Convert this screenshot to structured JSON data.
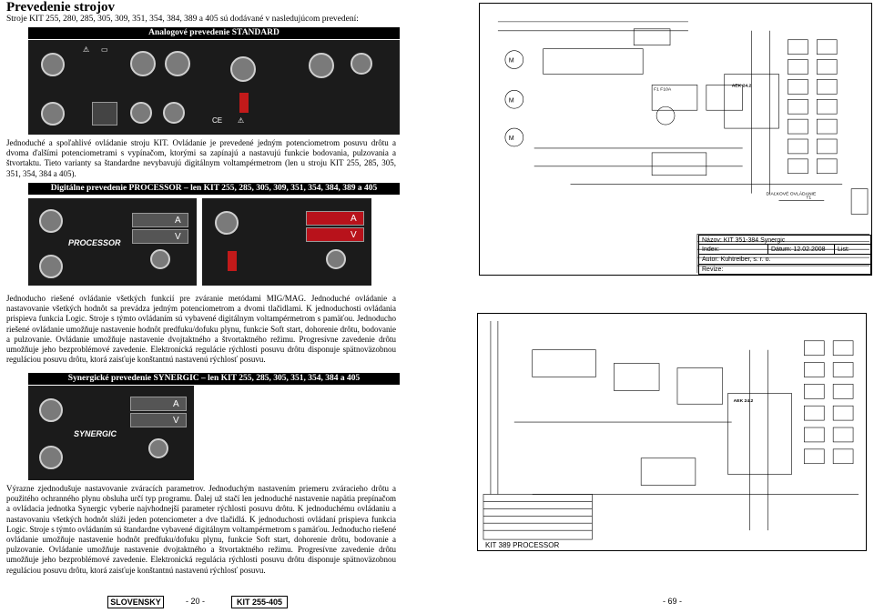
{
  "header": {
    "title": "Prevedenie strojov",
    "subtitle": "Stroje KIT 255, 280, 285, 305, 309, 351, 354, 384, 389 a 405  sú dodávané v nasledujúcom prevedení:"
  },
  "sections": {
    "standard": {
      "heading": "Analogové prevedenie STANDARD",
      "text": "Jednoduché a spoľahlivé ovládanie stroju KIT. Ovládanie je prevedené jedným potenciometrom posuvu drôtu a dvoma ďalšími potenciometrami s vypínačom, ktorými sa zapínajú a nastavujú funkcie bodovania, pulzovania a štvortaktu. Tieto varianty sa štandardne nevybavujú digitálnym voltampérmetrom (len u stroju  KIT 255, 285, 305, 351, 354, 384 a 405)."
    },
    "processor": {
      "heading": "Digitálne prevedenie PROCESSOR – len KIT 255, 285, 305, 309, 351, 354, 384, 389 a 405",
      "text": "Jednoducho riešené ovládanie všetkých funkcií pre zváranie metódami MIG/MAG. Jednoduché ovládanie a nastavovanie všetkých hodnôt sa prevádza jedným potenciometrom a dvomi tlačidlami. K jednoduchosti ovládania prispieva funkcia Logic. Stroje s týmto ovládaním sú vybavené digitálnym voltampérmetrom s pamäťou. Jednoducho riešené ovládanie umožňuje nastavenie hodnôt predfuku/dofuku plynu, funkcie Soft start, dohorenie drôtu, bodovanie a pulzovanie. Ovládanie umožňuje nastavenie dvojtaktného a štvortaktného režimu. Progresívne zavedenie drôtu umožňuje jeho bezproblémové zavedenie. Elektronická regulácie rýchlosti posuvu drôtu disponuje spätnoväzobnou reguláciou posuvu drôtu, ktorá zaisťuje konštantnú nastavenú rýchlosť posuvu."
    },
    "synergic": {
      "heading": "Synergické prevedenie SYNERGIC – len KIT 255, 285, 305, 351, 354, 384 a 405",
      "text": "Výrazne zjednodušuje nastavovanie zváracích parametrov. Jednoduchým nastavením priemeru zváracieho drôtu a použitého ochranného plynu obsluha určí typ programu. Ďalej už stačí len jednoduché nastavenie napätia prepínačom a ovládacia jednotka Synergic vyberie najvhodnejší parameter rýchlosti posuvu drôtu. K jednoduchému ovládaniu a nastavovaniu všetkých hodnôt slúži jeden potenciometer a dve tlačidlá. K jednoduchosti ovládaní prispieva funkcia Logic. Stroje s týmto ovládaním sú štandardne vybavené digitálnym voltampérmetrom s pamäťou. Jednoducho riešené ovládanie umožňuje nastavenie hodnôt predfuku/dofuku plynu, funkcie Soft start, dohorenie drôtu, bodovanie a pulzovanie. Ovládanie umožňuje nastavenie dvojtaktného a štvortaktného režimu. Progresívne zavedenie drôtu umožňuje jeho bezproblémové zavedenie. Elektronická regulácia rýchlosti posuvu drôtu disponuje spätnoväzobnou reguláciou posuvu drôtu, ktorá zaisťuje konštantnú nastavenú rýchlosť posuvu."
    }
  },
  "panels": {
    "processor_logo": "PROCESSOR",
    "synergic_logo": "SYNERGIC",
    "lcd_a": "A",
    "lcd_v": "V"
  },
  "schematic1": {
    "labels": {
      "ch": "AEK 24.2",
      "fuse": "F1 F10A",
      "gauge": "DIAĽKOVÉ OVLÁDANIE",
      "t1": "T1",
      "m1": "M",
      "m2": "M",
      "m3": "M"
    },
    "title_block": {
      "name": "Názov: KIT 351-384 Synergic",
      "index": "Index:",
      "date": "Dátum: 12.02.2008",
      "sheet": "List:",
      "author": "Autor: Kuhtreiber, s. r. o.",
      "revision": "Revize:"
    }
  },
  "schematic2": {
    "labels": {
      "ch": "AEK 24.2",
      "caption": "KIT 389 PROCESSOR"
    }
  },
  "footer": {
    "language": "SLOVENSKY",
    "page_left": "- 20 -",
    "model": "KIT 255-405",
    "page_right": "- 69 -"
  }
}
